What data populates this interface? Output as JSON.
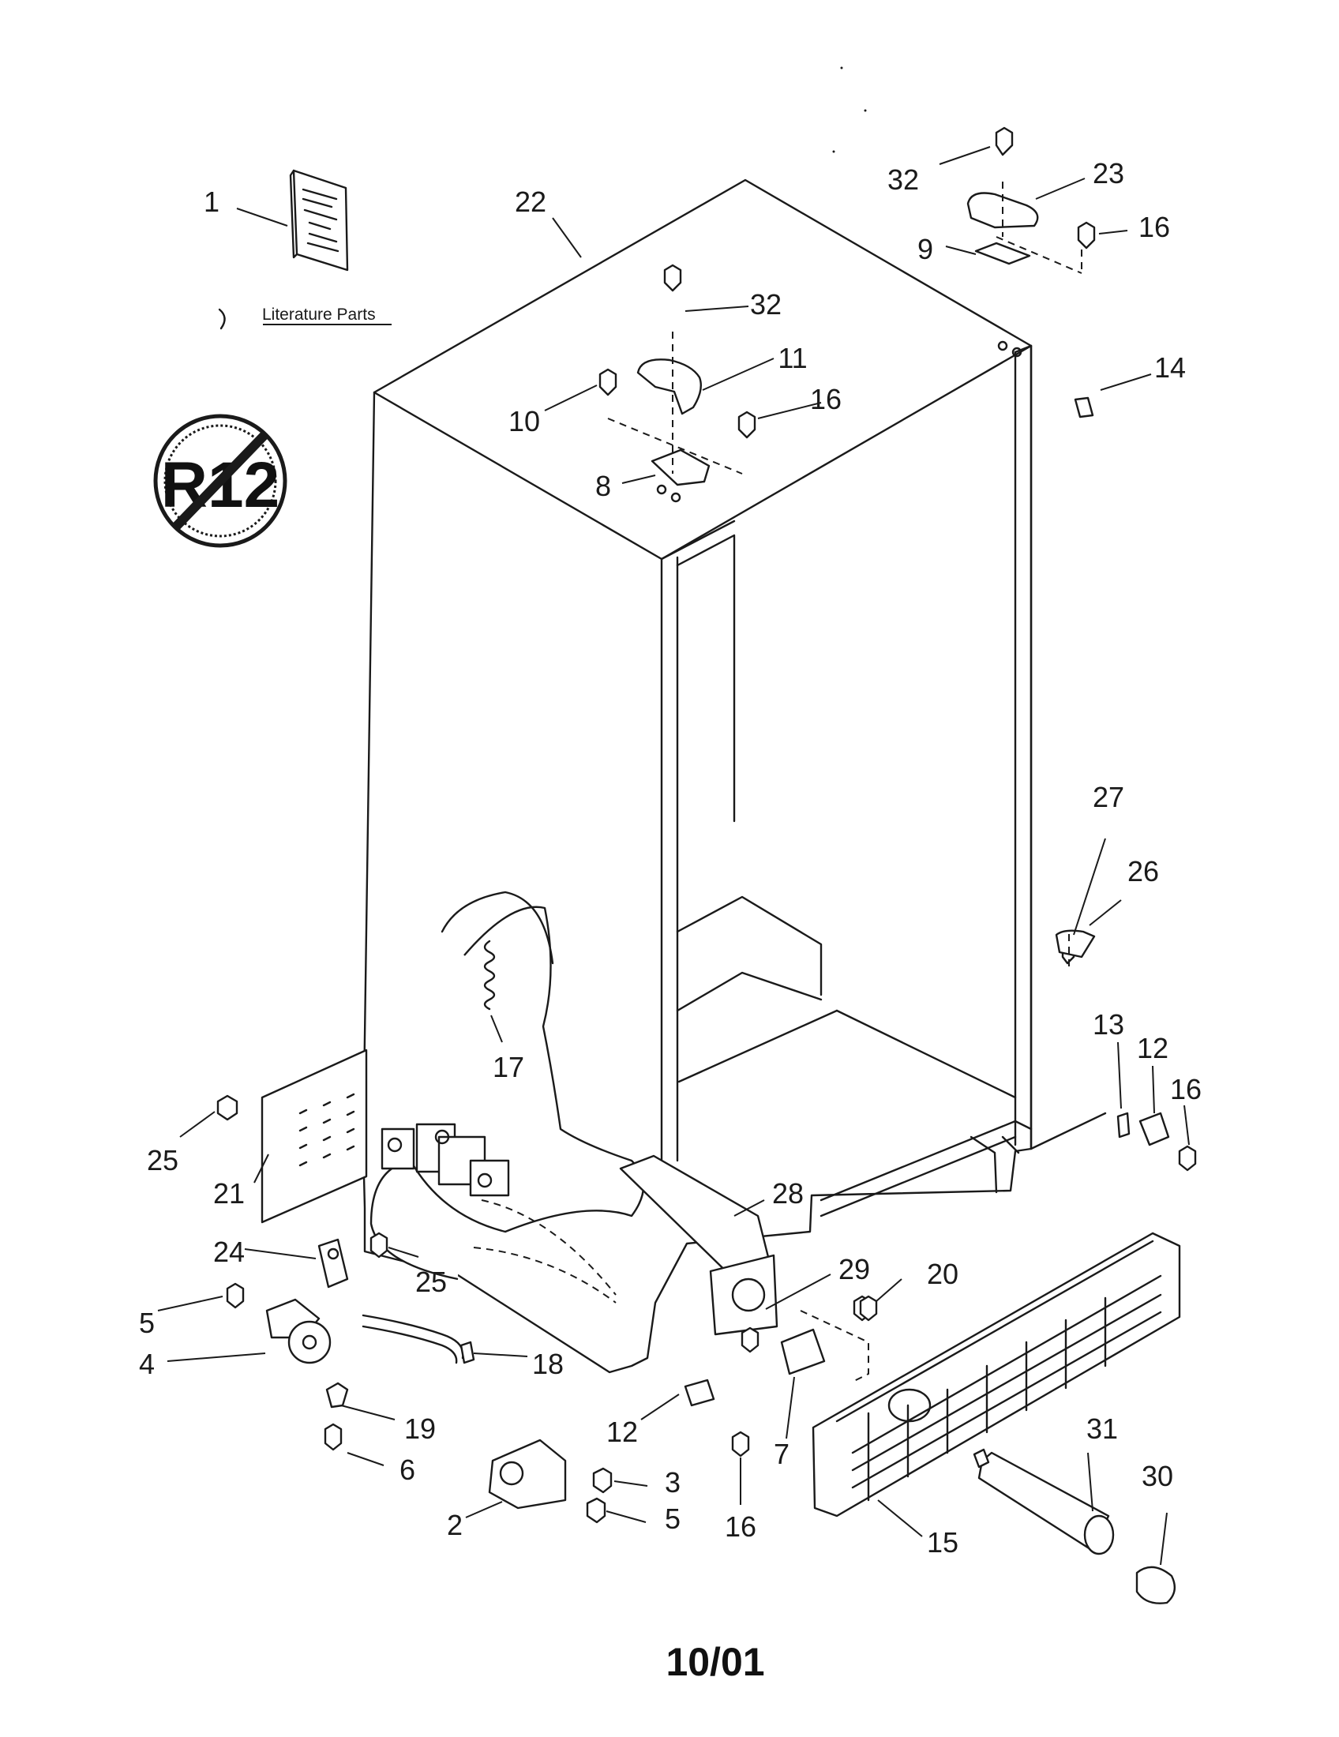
{
  "diagram": {
    "literature_label": "Literature Parts",
    "badge_text": "R12",
    "footer_date": "10/01",
    "callouts": [
      {
        "id": "c1",
        "label": "1"
      },
      {
        "id": "c22",
        "label": "22"
      },
      {
        "id": "c32a",
        "label": "32"
      },
      {
        "id": "c23",
        "label": "23"
      },
      {
        "id": "c16a",
        "label": "16"
      },
      {
        "id": "c9",
        "label": "9"
      },
      {
        "id": "c32b",
        "label": "32"
      },
      {
        "id": "c11",
        "label": "11"
      },
      {
        "id": "c14",
        "label": "14"
      },
      {
        "id": "c10",
        "label": "10"
      },
      {
        "id": "c16b",
        "label": "16"
      },
      {
        "id": "c8",
        "label": "8"
      },
      {
        "id": "c27",
        "label": "27"
      },
      {
        "id": "c26",
        "label": "26"
      },
      {
        "id": "c17",
        "label": "17"
      },
      {
        "id": "c13",
        "label": "13"
      },
      {
        "id": "c12a",
        "label": "12"
      },
      {
        "id": "c16c",
        "label": "16"
      },
      {
        "id": "c25a",
        "label": "25"
      },
      {
        "id": "c21",
        "label": "21"
      },
      {
        "id": "c28",
        "label": "28"
      },
      {
        "id": "c24",
        "label": "24"
      },
      {
        "id": "c25b",
        "label": "25"
      },
      {
        "id": "c29",
        "label": "29"
      },
      {
        "id": "c20",
        "label": "20"
      },
      {
        "id": "c5a",
        "label": "5"
      },
      {
        "id": "c4",
        "label": "4"
      },
      {
        "id": "c18",
        "label": "18"
      },
      {
        "id": "c19",
        "label": "19"
      },
      {
        "id": "c12b",
        "label": "12"
      },
      {
        "id": "c7",
        "label": "7"
      },
      {
        "id": "c31",
        "label": "31"
      },
      {
        "id": "c6",
        "label": "6"
      },
      {
        "id": "c3",
        "label": "3"
      },
      {
        "id": "c2",
        "label": "2"
      },
      {
        "id": "c5b",
        "label": "5"
      },
      {
        "id": "c16d",
        "label": "16"
      },
      {
        "id": "c30",
        "label": "30"
      },
      {
        "id": "c15",
        "label": "15"
      }
    ]
  }
}
